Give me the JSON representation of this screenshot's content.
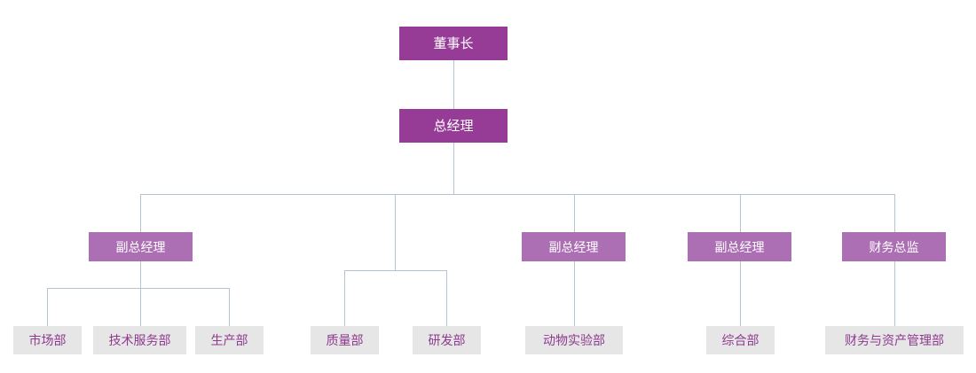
{
  "chart_data": {
    "type": "diagram",
    "title": "",
    "diagram_kind": "organization-chart",
    "orientation": "top-down",
    "colors": {
      "level_top_fill": "#963c97",
      "level_top_text": "#ffffff",
      "level_mid_fill": "#ac6fb4",
      "level_mid_text": "#ffffff",
      "leaf_fill": "#e6e6e6",
      "leaf_text": "#8e3b8e",
      "connector": "#b4c4d0",
      "background": "#ffffff"
    },
    "nodes": [
      {
        "id": "n1",
        "label": "董事长",
        "level": 1,
        "parent": null
      },
      {
        "id": "n2",
        "label": "总经理",
        "level": 2,
        "parent": "n1"
      },
      {
        "id": "n3",
        "label": "副总经理",
        "level": 3,
        "parent": "n2"
      },
      {
        "id": "n4",
        "label": "副总经理",
        "level": 3,
        "parent": "n2"
      },
      {
        "id": "n5",
        "label": "副总经理",
        "level": 3,
        "parent": "n2"
      },
      {
        "id": "n6",
        "label": "财务总监",
        "level": 3,
        "parent": "n2"
      },
      {
        "id": "n7",
        "label": "市场部",
        "level": 4,
        "parent": "n3"
      },
      {
        "id": "n8",
        "label": "技术服务部",
        "level": 4,
        "parent": "n3"
      },
      {
        "id": "n9",
        "label": "生产部",
        "level": 4,
        "parent": "n3"
      },
      {
        "id": "n10",
        "label": "质量部",
        "level": 4,
        "parent": "n2"
      },
      {
        "id": "n11",
        "label": "研发部",
        "level": 4,
        "parent": "n2"
      },
      {
        "id": "n12",
        "label": "动物实验部",
        "level": 4,
        "parent": "n4"
      },
      {
        "id": "n13",
        "label": "综合部",
        "level": 4,
        "parent": "n5"
      },
      {
        "id": "n14",
        "label": "财务与资产管理部",
        "level": 4,
        "parent": "n6"
      }
    ]
  },
  "boxes": {
    "chairman": {
      "label": "董事长"
    },
    "general_manager": {
      "label": "总经理"
    },
    "deputy_gm_1": {
      "label": "副总经理"
    },
    "deputy_gm_2": {
      "label": "副总经理"
    },
    "deputy_gm_3": {
      "label": "副总经理"
    },
    "finance_director": {
      "label": "财务总监"
    },
    "marketing_dept": {
      "label": "市场部"
    },
    "tech_service_dept": {
      "label": "技术服务部"
    },
    "production_dept": {
      "label": "生产部"
    },
    "quality_dept": {
      "label": "质量部"
    },
    "rd_dept": {
      "label": "研发部"
    },
    "animal_lab_dept": {
      "label": "动物实验部"
    },
    "general_affairs_dept": {
      "label": "综合部"
    },
    "finance_asset_dept": {
      "label": "财务与资产管理部"
    }
  }
}
